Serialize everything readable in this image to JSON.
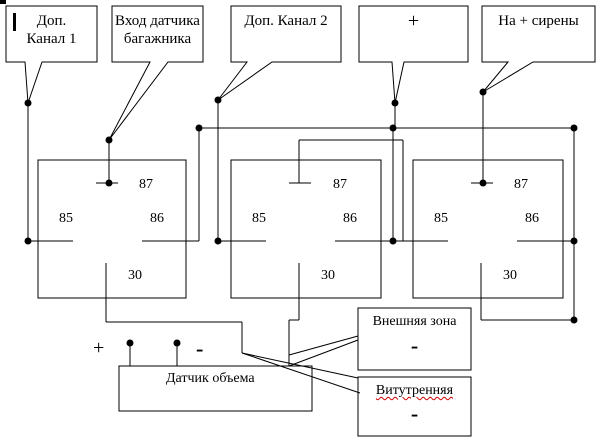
{
  "callouts": {
    "ch1": {
      "line1": "Доп.",
      "line2": "Канал 1"
    },
    "trunk": {
      "line1": "Вход датчика",
      "line2": "багажника"
    },
    "ch2": {
      "text": "Доп. Канал 2"
    },
    "plus": {
      "text": "+"
    },
    "siren": {
      "text": "На + сирены"
    }
  },
  "relays": [
    {
      "pin87": "87",
      "pin85": "85",
      "pin86": "86",
      "pin30": "30"
    },
    {
      "pin87": "87",
      "pin85": "85",
      "pin86": "86",
      "pin30": "30"
    },
    {
      "pin87": "87",
      "pin85": "85",
      "pin86": "86",
      "pin30": "30"
    }
  ],
  "zones": {
    "outer": {
      "label": "Внешняя зона",
      "sign": "-"
    },
    "inner": {
      "label": "Витутренняя",
      "sign": "-"
    }
  },
  "sensor": {
    "label": "Датчик объема",
    "plus": "+",
    "minus": "-"
  }
}
